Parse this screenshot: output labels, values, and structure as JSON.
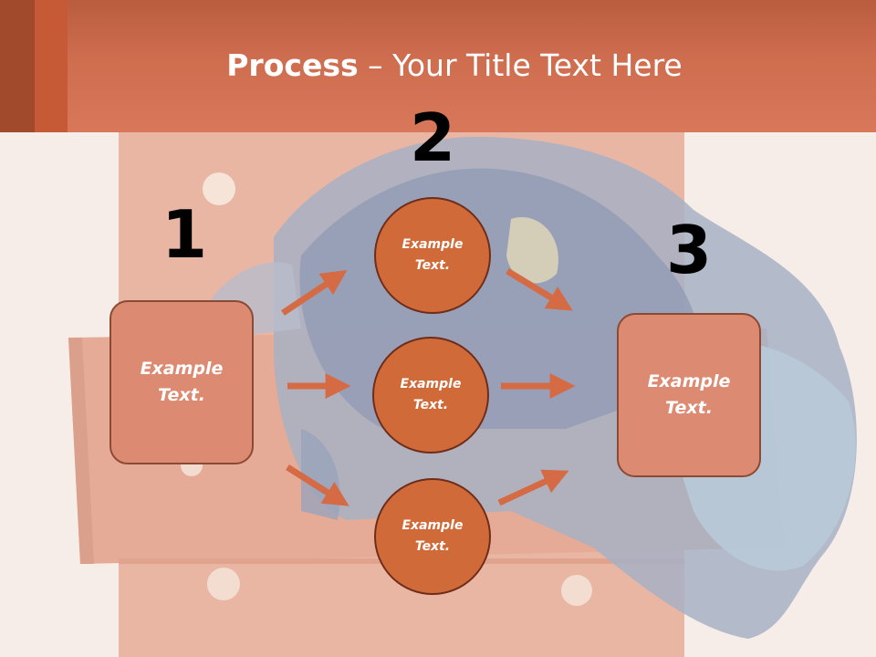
{
  "slide": {
    "title_bold": "Process",
    "title_rest": " – Your Title Text Here",
    "steps": [
      {
        "number": "1",
        "text": "Example\nText."
      },
      {
        "number": "2",
        "circles": [
          "Example\nText.",
          "Example\nText.",
          "Example\nText."
        ]
      },
      {
        "number": "3",
        "text": "Example\nText."
      }
    ]
  },
  "colors": {
    "header": "#cf6d4f",
    "box_fill": "#dc8b72",
    "circle_fill": "#d16a39",
    "arrow": "#d56b45"
  },
  "icons": [
    "arrow-right-icon"
  ]
}
